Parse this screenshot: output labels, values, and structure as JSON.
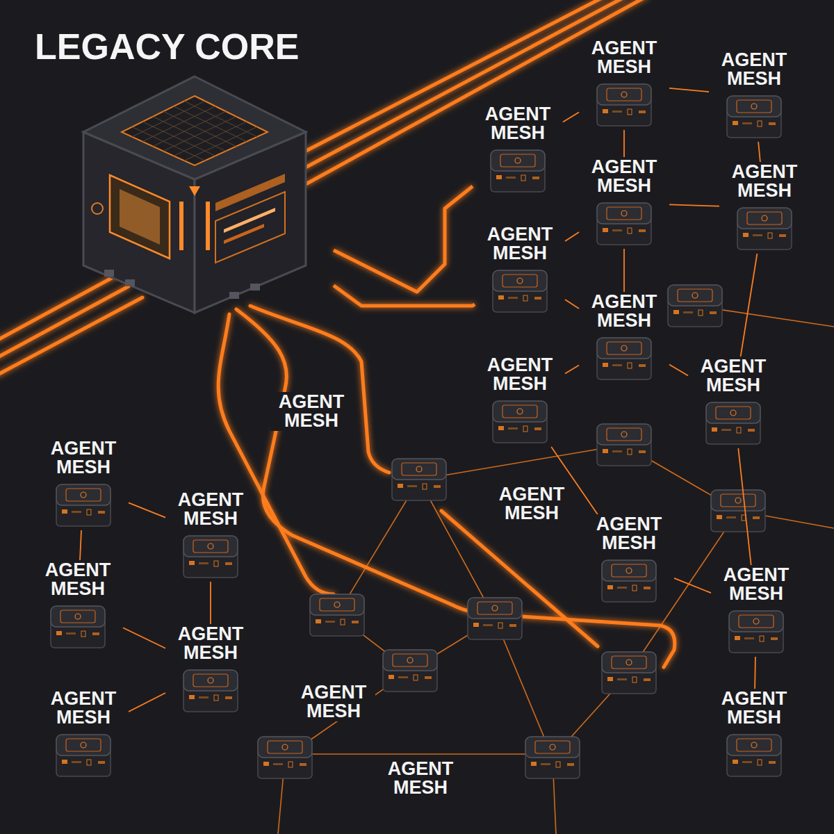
{
  "diagram": {
    "nodes": [
      {
        "text": [
          "LEGACY CORE"
        ]
      },
      {
        "text": [
          "AGENT MESH"
        ]
      },
      {
        "text": [
          "AGENT MESH"
        ]
      },
      {
        "text": [
          "AGENT MESH"
        ]
      },
      {
        "text": [
          "AGENT MESH"
        ]
      },
      {
        "text": [
          "AGENT MESH"
        ]
      },
      {
        "text": [
          "AGENT MESH"
        ]
      },
      {
        "text": [
          "AGENT MESH"
        ]
      },
      {
        "text": [
          "AGENT MESH"
        ]
      },
      {
        "text": [
          "AGENT MESH"
        ]
      },
      {
        "text": [
          "AGENT MESH"
        ]
      },
      {
        "text": [
          "AGENT MESH"
        ]
      },
      {
        "text": [
          "AGENT MESH"
        ]
      },
      {
        "text": [
          "AGENT MESH"
        ]
      },
      {
        "text": [
          "AGENT MESH"
        ]
      },
      {
        "text": [
          "AGENT MESH"
        ]
      },
      {
        "text": [
          "AGENT MESH"
        ]
      },
      {
        "text": [
          "AGENT MESH"
        ]
      }
    ],
    "edges": [
      {
        "from": 0,
        "to": 3,
        "arrow": "none"
      },
      {
        "from": 0,
        "to": 6,
        "arrow": "none"
      },
      {
        "from": 1,
        "to": 3,
        "arrow": "none"
      },
      {
        "from": 1,
        "to": 2,
        "arrow": "none"
      },
      {
        "from": 1,
        "to": 4,
        "arrow": "none"
      },
      {
        "from": 2,
        "to": 5,
        "arrow": "none"
      },
      {
        "from": 4,
        "to": 5,
        "arrow": "none"
      },
      {
        "from": 4,
        "to": 6,
        "arrow": "none"
      },
      {
        "from": 4,
        "to": 7,
        "arrow": "none"
      },
      {
        "from": 6,
        "to": 7,
        "arrow": "none"
      },
      {
        "from": 7,
        "to": 8,
        "arrow": "none"
      },
      {
        "from": 7,
        "to": 9,
        "arrow": "none"
      },
      {
        "from": 5,
        "to": 9,
        "arrow": "none"
      },
      {
        "from": 9,
        "to": 14,
        "arrow": "none"
      },
      {
        "from": 12,
        "to": 14,
        "arrow": "none"
      },
      {
        "from": 14,
        "to": 17,
        "arrow": "none"
      },
      {
        "from": 10,
        "to": 11,
        "arrow": "none"
      },
      {
        "from": 10,
        "to": 13,
        "arrow": "none"
      },
      {
        "from": 11,
        "to": 15,
        "arrow": "none"
      },
      {
        "from": 13,
        "to": 15,
        "arrow": "none"
      },
      {
        "from": 15,
        "to": 16,
        "arrow": "none"
      },
      {
        "from": 8,
        "to": 12,
        "arrow": "none"
      }
    ],
    "labels": [
      "AGENT MESH",
      "AGENT MESH",
      "AGENT MESH",
      "AGENT MESH"
    ]
  }
}
